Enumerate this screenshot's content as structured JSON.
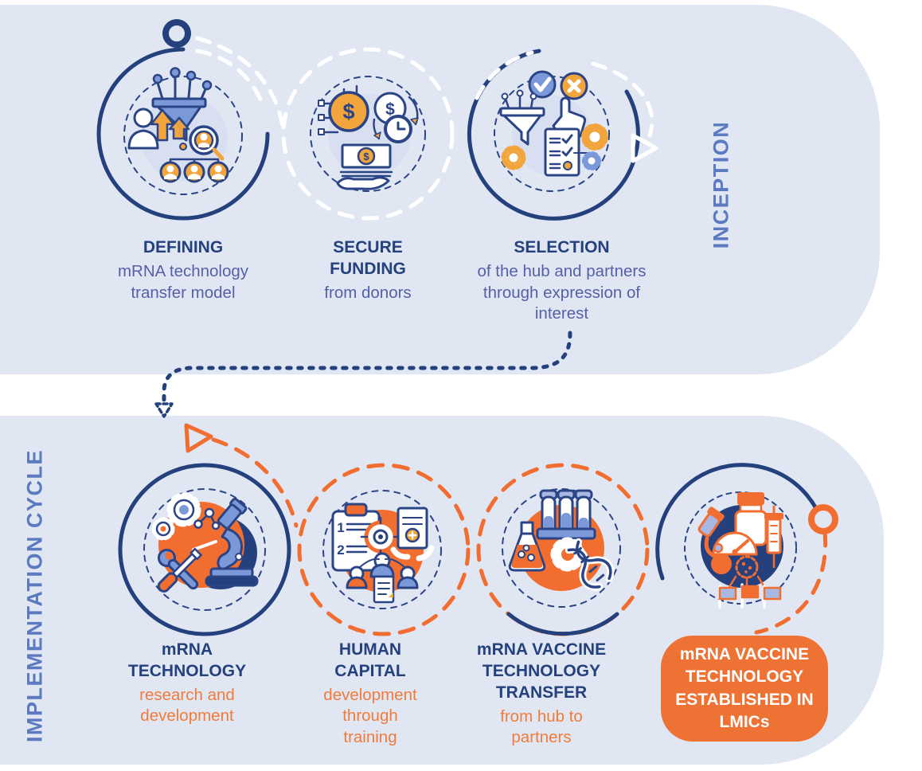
{
  "palette": {
    "panel": "#E0E7F3",
    "navy": "#24417E",
    "slate_blue_text": "#5560A8",
    "section_label_blue": "#5C7ABF",
    "orange": "#EE7233",
    "golden_orange": "#F2A53C",
    "white": "#FFFFFF"
  },
  "inception": {
    "section_label": "INCEPTION",
    "steps": [
      {
        "title": "DEFINING",
        "subtitle": "mRNA technology transfer model",
        "icon": "talent-funnel-icon"
      },
      {
        "title": "SECURE FUNDING",
        "subtitle": "from donors",
        "icon": "funding-icon"
      },
      {
        "title": "SELECTION",
        "subtitle": "of the hub and partners through expression of interest",
        "icon": "selection-checklist-icon"
      }
    ]
  },
  "implementation": {
    "section_label": "IMPLEMENTATION CYCLE",
    "steps": [
      {
        "title": "mRNA TECHNOLOGY",
        "subtitle": "research and development",
        "icon": "research-development-icon"
      },
      {
        "title": "HUMAN CAPITAL",
        "subtitle": "development through training",
        "icon": "human-capital-training-icon"
      },
      {
        "title": "mRNA VACCINE TECHNOLOGY TRANSFER",
        "subtitle": "from hub to partners",
        "icon": "technology-transfer-icon"
      },
      {
        "title": "mRNA VACCINE TECHNOLOGY ESTABLISHED IN LMICs",
        "subtitle": "",
        "icon": "vaccine-established-icon",
        "highlight": true
      }
    ]
  },
  "icon_glyphs": {
    "dollar_sign": "$",
    "list_number_1": "1",
    "list_number_2": "2"
  }
}
